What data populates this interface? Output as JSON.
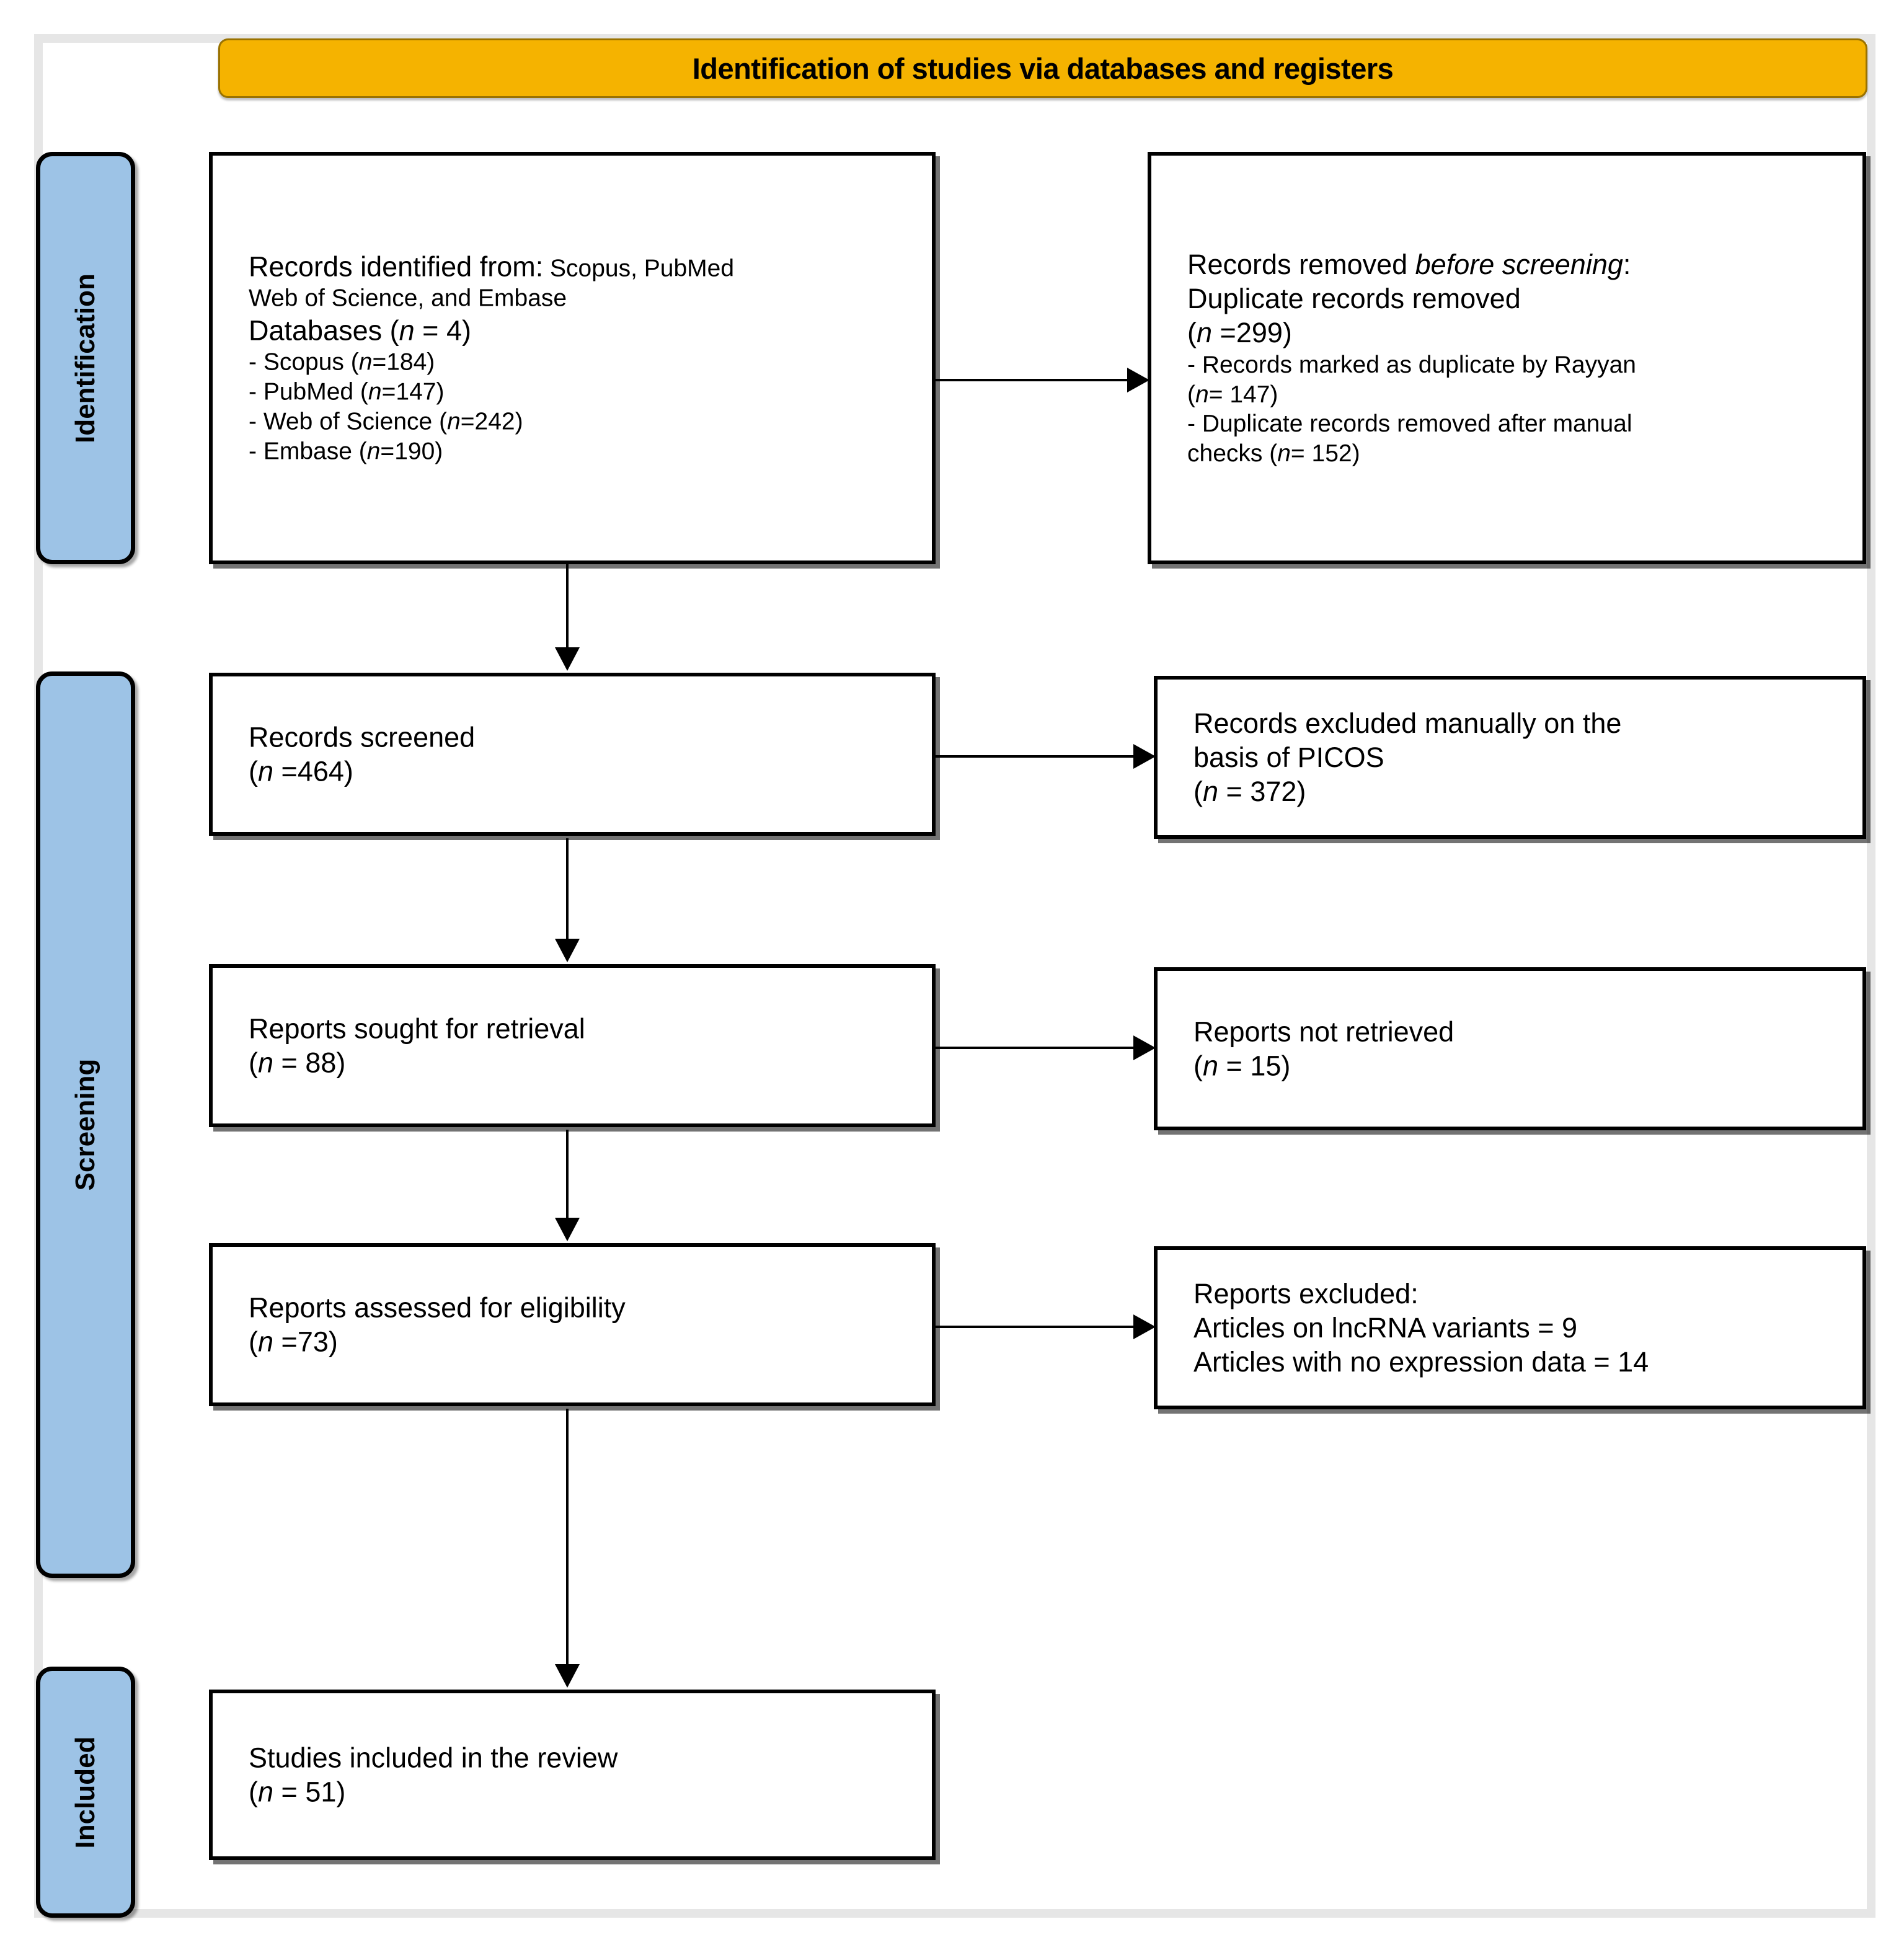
{
  "figure": {
    "type": "prisma-flow-diagram",
    "header_title": "Identification of studies via databases and registers",
    "accent_color": "#F5B300",
    "stage_bar_color": "#9DC3E6",
    "frame_color": "#E6E6E6"
  },
  "stages": [
    {
      "name": "identification",
      "label": "Identification"
    },
    {
      "name": "screening",
      "label": "Screening"
    },
    {
      "name": "included",
      "label": "Included"
    }
  ],
  "boxes": {
    "identified": {
      "title_prefix": "Records identified from:",
      "sources_line1": " Scopus, PubMed",
      "sources_line2": "Web of Science, and Embase",
      "databases_label": "Databases (",
      "databases_n_italic": "n",
      "databases_n_value": " = 4)",
      "items": [
        {
          "label": "- Scopus (",
          "n": "n",
          "value": "=184)"
        },
        {
          "label": "- PubMed  (",
          "n": "n",
          "value": "=147)"
        },
        {
          "label": "- Web of Science (",
          "n": "n",
          "value": "=242)"
        },
        {
          "label": "- Embase  (",
          "n": "n",
          "value": "=190)"
        }
      ]
    },
    "removed_before_screening": {
      "line1_a": "Records removed ",
      "line1_italic": "before screening",
      "line1_b": ":",
      "line2": "Duplicate records removed",
      "line3_a": "(",
      "line3_n": "n",
      "line3_b": " =299)",
      "item1_a": "- Records marked as duplicate by Rayyan",
      "item1_b_a": "(",
      "item1_b_n": "n",
      "item1_b_b": "= 147)",
      "item2_a": "- Duplicate  records removed  after manual",
      "item2_b_a": "checks (",
      "item2_b_n": "n",
      "item2_b_b": "= 152)"
    },
    "records_screened": {
      "line1": "Records screened",
      "line2_a": "(",
      "line2_n": "n",
      "line2_b": " =464)"
    },
    "excluded_picos": {
      "line1": "Records excluded manually on the",
      "line2": "basis of PICOS",
      "line3_a": " (",
      "line3_n": "n",
      "line3_b": " = 372)"
    },
    "reports_sought": {
      "line1": "Reports sought for retrieval",
      "line2_a": "(",
      "line2_n": "n",
      "line2_b": " = 88)"
    },
    "reports_not_retrieved": {
      "line1": "Reports not retrieved",
      "line2_a": "(",
      "line2_n": "n",
      "line2_b": " = 15)"
    },
    "reports_assessed": {
      "line1": "Reports assessed for eligibility",
      "line2_a": "(",
      "line2_n": "n",
      "line2_b": " =73)"
    },
    "reports_excluded": {
      "line1": "Reports excluded:",
      "line2": "Articles on lncRNA variants = 9",
      "line3": "Articles with no expression data = 14"
    },
    "studies_included": {
      "line1": "Studies included in the review",
      "line2_a": "(",
      "line2_n": "n",
      "line2_b": " = 51)"
    }
  },
  "flow_counts": {
    "databases": 4,
    "scopus": 184,
    "pubmed": 147,
    "web_of_science": 242,
    "embase": 190,
    "duplicates_removed_total": 299,
    "duplicates_rayyan": 147,
    "duplicates_manual": 152,
    "records_screened": 464,
    "records_excluded_picos": 372,
    "reports_sought": 88,
    "reports_not_retrieved": 15,
    "reports_assessed": 73,
    "excluded_lncrna_variants": 9,
    "excluded_no_expression_data": 14,
    "studies_included": 51
  }
}
